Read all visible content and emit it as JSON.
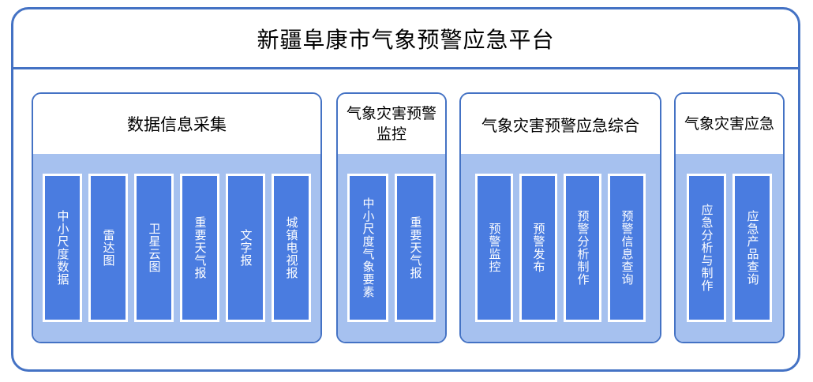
{
  "platform": {
    "title": "新疆阜康市气象预警应急平台",
    "frame_border_color": "#4472C4",
    "panel_fill_color": "#A6C1EF",
    "item_fill_color": "#4A7CE0",
    "item_border_color": "#FFFFFF",
    "title_text_color": "#000000",
    "item_text_color": "#FFFFFF"
  },
  "groups": [
    {
      "header": "数据信息采集",
      "items": [
        {
          "label": "中小尺度数据"
        },
        {
          "label": "雷达图"
        },
        {
          "label": "卫星云图"
        },
        {
          "label": "重要天气报"
        },
        {
          "label": "文字报"
        },
        {
          "label": "城镇电视报"
        }
      ]
    },
    {
      "header": "气象灾害预警监控",
      "items": [
        {
          "label": "中小尺度气象要素"
        },
        {
          "label": "重要天气报"
        }
      ]
    },
    {
      "header": "气象灾害预警应急综合",
      "items": [
        {
          "label": "预警监控"
        },
        {
          "label": "预警发布"
        },
        {
          "label": "预警分析制作"
        },
        {
          "label": "预警信息查询"
        }
      ]
    },
    {
      "header": "气象灾害应急",
      "items": [
        {
          "label": "应急分析与制作"
        },
        {
          "label": "应急产品查询"
        }
      ]
    }
  ]
}
